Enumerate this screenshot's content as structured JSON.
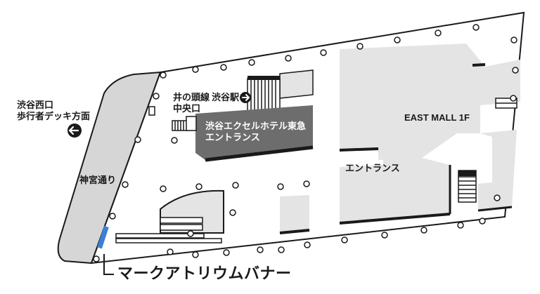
{
  "labels": {
    "west_exit_line1": "渋谷西口",
    "west_exit_line2": "歩行者デッキ方面",
    "inokashira_line1": "井の頭線",
    "inokashira_line2": "中央口",
    "shibuya_station": "渋谷駅",
    "hotel_line1": "渋谷エクセルホテル東急",
    "hotel_line2": "エントランス",
    "east_mall": "EAST MALL 1F",
    "entrance": "エントランス",
    "jingu_dori": "神宮通り",
    "banner": "マークアトリウムバナー"
  },
  "icons": {
    "west_arrow": "arrow-left-circle-icon",
    "station_arrow": "arrow-right-circle-icon"
  },
  "colors": {
    "road": "#d6d6d6",
    "building": "#e4e4e4",
    "hotel": "#6d6d6d",
    "banner": "#3b7fd8",
    "outline": "#1a1a1a"
  }
}
